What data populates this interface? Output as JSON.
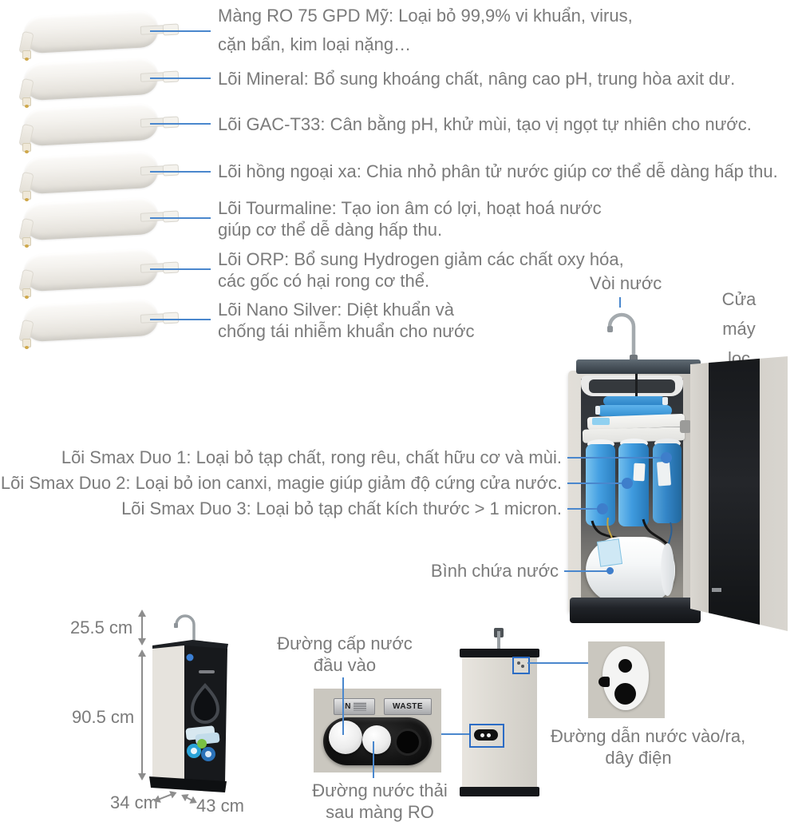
{
  "colors": {
    "text": "#7b7b7b",
    "line_blue": "#4a87cd",
    "box_blue": "#2b6cc5"
  },
  "stage_callouts": [
    {
      "lines": [
        "Màng RO 75 GPD Mỹ: Loại bỏ 99,9% vi khuẩn, virus,",
        "cặn bẩn, kim loại nặng…"
      ]
    },
    {
      "lines": [
        "Lõi Mineral: Bổ sung khoáng chất, nâng cao pH, trung hòa axit dư."
      ]
    },
    {
      "lines": [
        "Lõi GAC-T33: Cân bằng pH, khử mùi, tạo vị ngọt tự nhiên cho nước."
      ]
    },
    {
      "lines": [
        "Lõi hồng ngoại xa: Chia nhỏ phân tử nước giúp cơ thể dễ dàng hấp thu."
      ]
    },
    {
      "lines": [
        "Lõi Tourmaline: Tạo ion âm có lợi, hoạt hoá nước",
        "giúp cơ thể dễ dàng hấp thu."
      ]
    },
    {
      "lines": [
        "Lõi ORP: Bổ sung Hydrogen giảm các chất oxy hóa,",
        "các gốc có hại rong cơ thể."
      ]
    },
    {
      "lines": [
        "Lõi Nano Silver: Diệt khuẩn và",
        "chống tái nhiễm khuẩn cho nước"
      ]
    }
  ],
  "machine": {
    "faucet_label": "Vòi nước",
    "door_label_lines": [
      "Cửa",
      "máy",
      "lọc"
    ],
    "smax_labels": [
      "Lõi Smax Duo 1: Loại bỏ tạp chất, rong rêu, chất hữu cơ và mùi.",
      "Lõi Smax Duo 2: Loại bỏ ion canxi, magie giúp giảm độ cứng cửa nước.",
      "Lõi Smax Duo 3: Loại bỏ tạp chất kích thước > 1 micron."
    ],
    "tank_label": "Bình chứa nước"
  },
  "dimensions": {
    "faucet_height": "25.5 cm",
    "body_height": "90.5 cm",
    "depth": "34 cm",
    "width": "43 cm"
  },
  "connections": {
    "inlet_lines": [
      "Đường cấp nước",
      "đầu vào"
    ],
    "waste_lines": [
      "Đường nước thải",
      "sau màng RO"
    ],
    "inout_lines": [
      "Đường dẫn nước vào/ra,",
      "dây điện"
    ],
    "port_in": "IN",
    "port_waste": "WASTE"
  }
}
